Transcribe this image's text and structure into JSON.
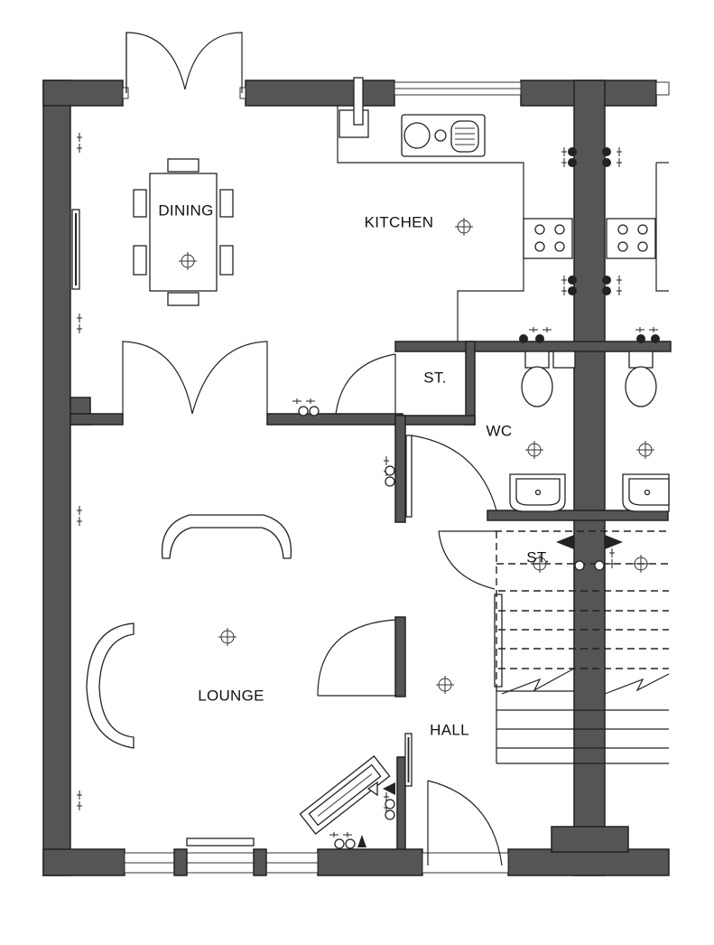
{
  "floorplan": {
    "rooms": {
      "dining": "DINING",
      "kitchen": "KITCHEN",
      "store_upper": "ST.",
      "wc": "WC",
      "store_stairs": "ST.",
      "lounge": "LOUNGE",
      "hall": "HALL"
    },
    "colors": {
      "wall": "#555555",
      "line": "#222222",
      "background": "#ffffff"
    },
    "icons": [
      "light-point-icon",
      "double-socket-icon",
      "radiator-icon",
      "sink-icon",
      "hob-icon",
      "toilet-icon",
      "basin-icon",
      "sofa-icon",
      "fireplace-icon",
      "door-swing-icon",
      "stairs-icon"
    ]
  }
}
